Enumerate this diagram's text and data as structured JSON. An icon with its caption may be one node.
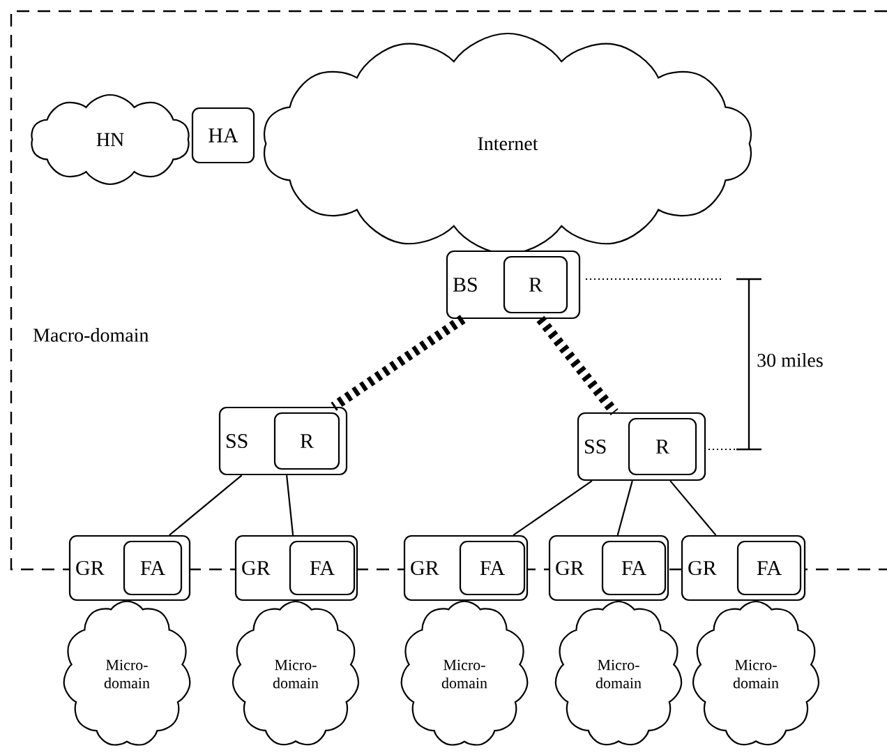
{
  "diagram": {
    "nodes": [
      {
        "text": [
          "Macro-domain"
        ]
      },
      {
        "text": [
          "HN"
        ],
        "in": 0
      },
      {
        "text": [
          "HA"
        ],
        "in": 0
      },
      {
        "text": [
          "Internet"
        ],
        "in": 0
      },
      {
        "text": [
          "BS"
        ],
        "in": 0
      },
      {
        "text": [
          "R"
        ],
        "in": 4
      },
      {
        "text": [
          "SS"
        ],
        "in": 0
      },
      {
        "text": [
          "R"
        ],
        "in": 6
      },
      {
        "text": [
          "SS"
        ],
        "in": 0
      },
      {
        "text": [
          "R"
        ],
        "in": 8
      },
      {
        "text": [
          "GR"
        ]
      },
      {
        "text": [
          "FA"
        ],
        "in": 10
      },
      {
        "text": [
          "GR"
        ]
      },
      {
        "text": [
          "FA"
        ],
        "in": 12
      },
      {
        "text": [
          "GR"
        ]
      },
      {
        "text": [
          "FA"
        ],
        "in": 14
      },
      {
        "text": [
          "GR"
        ]
      },
      {
        "text": [
          "FA"
        ],
        "in": 16
      },
      {
        "text": [
          "GR"
        ]
      },
      {
        "text": [
          "FA"
        ],
        "in": 18
      },
      {
        "text": [
          "Micro-domain"
        ]
      },
      {
        "text": [
          "Micro-domain"
        ]
      },
      {
        "text": [
          "Micro-domain"
        ]
      },
      {
        "text": [
          "Micro-domain"
        ]
      },
      {
        "text": [
          "Micro-domain"
        ]
      }
    ],
    "edges": [
      {
        "from": 4,
        "to": 6,
        "arrow": "none",
        "style": "dashed"
      },
      {
        "from": 4,
        "to": 8,
        "arrow": "none",
        "style": "dashed"
      },
      {
        "from": 6,
        "to": 10,
        "arrow": "none"
      },
      {
        "from": 6,
        "to": 12,
        "arrow": "none"
      },
      {
        "from": 8,
        "to": 14,
        "arrow": "none"
      },
      {
        "from": 8,
        "to": 16,
        "arrow": "none"
      },
      {
        "from": 8,
        "to": 18,
        "arrow": "none"
      }
    ],
    "labels": [
      "30 miles"
    ]
  }
}
